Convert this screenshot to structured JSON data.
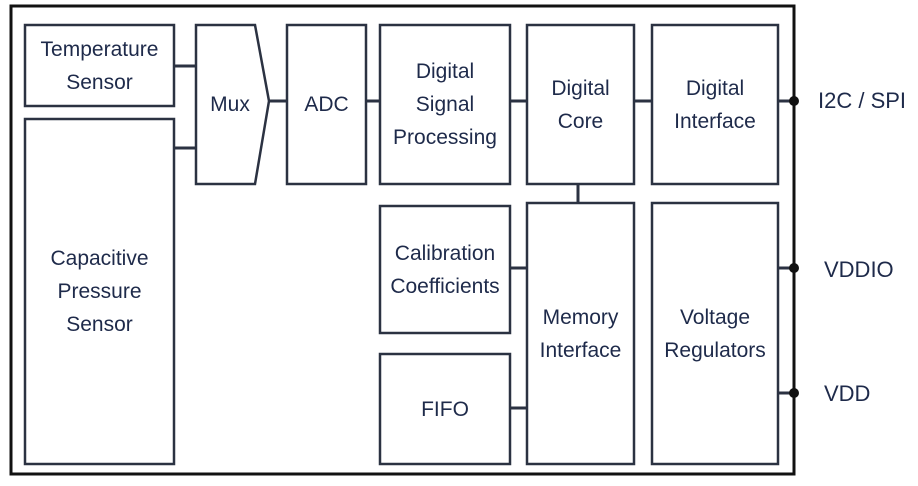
{
  "colors": {
    "block_fill": "#ffffff",
    "block_stroke": "#2b3242",
    "frame_stroke": "#111111",
    "text": "#1e2a4a"
  },
  "blocks": {
    "temperature_sensor": "Temperature\nSensor",
    "capacitive_pressure_sensor": "Capacitive\nPressure\nSensor",
    "mux": "Mux",
    "adc": "ADC",
    "digital_signal_processing": "Digital\nSignal\nProcessing",
    "digital_core": "Digital\nCore",
    "digital_interface": "Digital\nInterface",
    "calibration_coefficients": "Calibration\nCoefficients",
    "fifo": "FIFO",
    "memory_interface": "Memory\nInterface",
    "voltage_regulators": "Voltage\nRegulators"
  },
  "pins": {
    "i2c_spi": "I2C / SPI",
    "vddio": "VDDIO",
    "vdd": "VDD"
  }
}
